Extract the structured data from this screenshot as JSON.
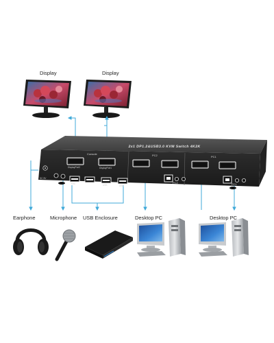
{
  "product": {
    "title": "2x1 DP1.2&USB3.0 KVM Switch 4K2K",
    "section_console": "Console",
    "section_pc2": "PC2",
    "section_pc1": "PC1",
    "port_dp2": "DisplayPort2",
    "port_dp1": "DisplayPort1",
    "port_usb_a": "USB",
    "port_usb_b": "USB",
    "kbm_label": "K/M",
    "power_label": "DC 5V",
    "pc2_label": "PC2",
    "pc1_label": "PC1"
  },
  "labels": {
    "display_left": "Display",
    "display_right": "Display",
    "earphone": "Earphone",
    "microphone": "Microphone",
    "usb_enclosure": "USB Enclosure",
    "desktop_pc_left": "Desktop PC",
    "desktop_pc_right": "Desktop PC"
  },
  "colors": {
    "line": "#3fa9d9",
    "device": "#2b2b2b",
    "port_ring": "#ffffff"
  },
  "icons": [
    "display-icon",
    "headphones-icon",
    "microphone-icon",
    "usb-enclosure-icon",
    "desktop-pc-icon"
  ]
}
